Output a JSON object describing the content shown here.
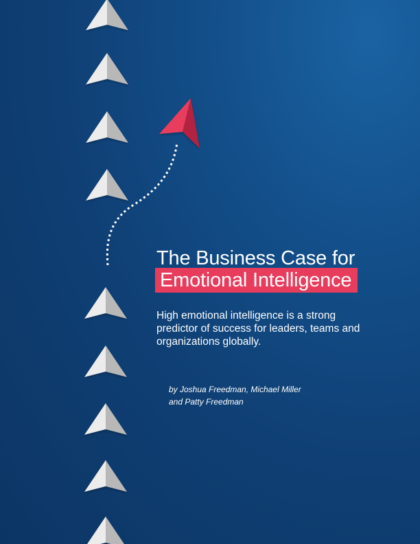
{
  "cover": {
    "title_line1": "The Business Case for",
    "title_line2": "Emotional Intelligence",
    "subtitle": "High emotional intelligence is a strong predictor of success for leaders, teams and organizations globally.",
    "byline_line1": "by Joshua Freedman, Michael Miller",
    "byline_line2": "and Patty Freedman"
  },
  "colors": {
    "background": "#0f3f74",
    "accent": "#e83c5d",
    "arrow_light": "#e6e6e6",
    "arrow_shadow": "#b9b9b9"
  },
  "icons": [
    "paper-plane-arrow-icon",
    "red-paper-plane-arrow-icon",
    "dotted-flight-path"
  ]
}
